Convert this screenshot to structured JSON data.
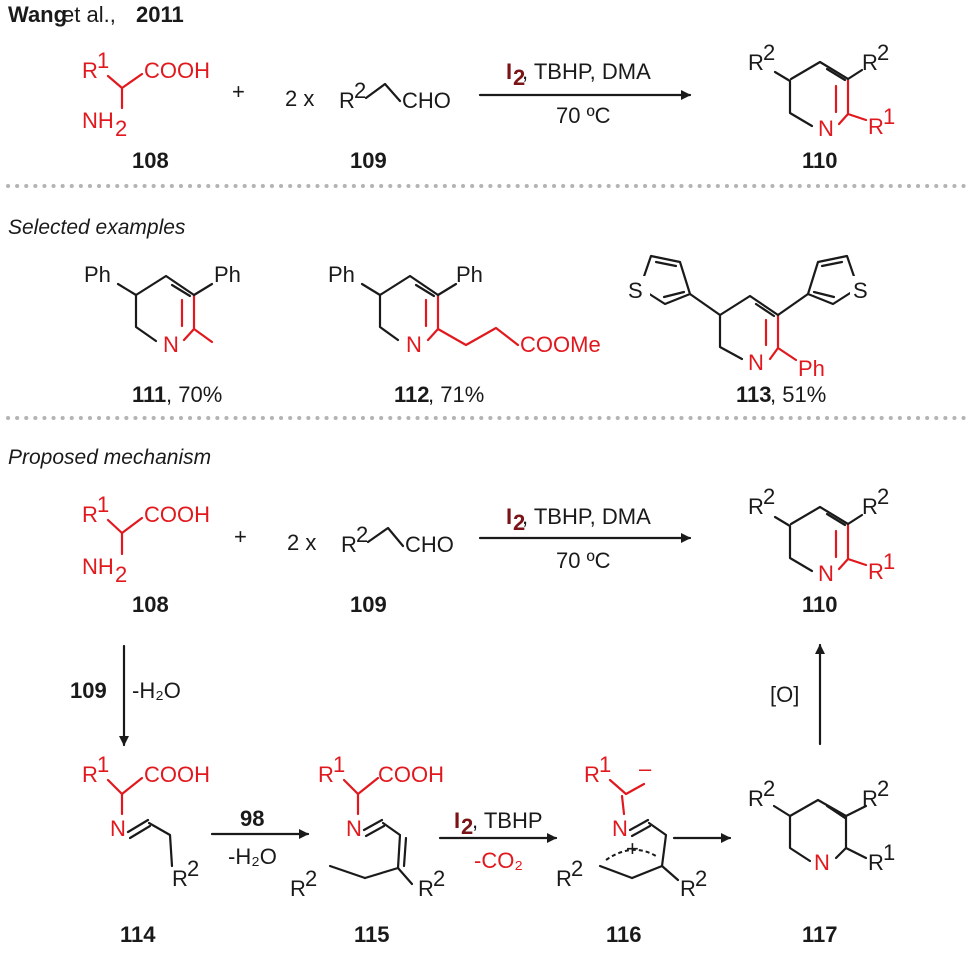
{
  "header": {
    "author": "Wang",
    "etal": " et al.,",
    "year": "2011"
  },
  "sections": {
    "examples": "Selected examples",
    "mechanism": "Proposed mechanism"
  },
  "labels": {
    "R1": "R",
    "R1sup": "1",
    "R2": "R",
    "R2sup": "2",
    "COOH": "COOH",
    "NH2": "NH",
    "NH2sub": "2",
    "CHO": "CHO",
    "N": "N",
    "plus": "+",
    "two_x": "2 x",
    "Ph": "Ph",
    "S": "S",
    "COOMe": "COOMe"
  },
  "conditions": {
    "reagent": "I",
    "reagent_sub": "2",
    "rest": ", TBHP, DMA",
    "temp": "70 ºC",
    "step1_reagent": "109",
    "step1_rest": "-H₂O",
    "step2_reagent": "98",
    "step2_rest": "-H₂O",
    "step3_rest": ", TBHP",
    "step3_co2": "-CO₂",
    "oxidation": "[O]"
  },
  "compounds": {
    "c108": "108",
    "c109": "109",
    "c110": "110",
    "c111": "111",
    "c111_yield": ", 70%",
    "c112": "112",
    "c112_yield": ", 71%",
    "c113": "113",
    "c113_yield": ", 51%",
    "c114": "114",
    "c115": "115",
    "c116": "116",
    "c117": "117"
  },
  "charges": {
    "minus": "–",
    "plus": "+"
  }
}
